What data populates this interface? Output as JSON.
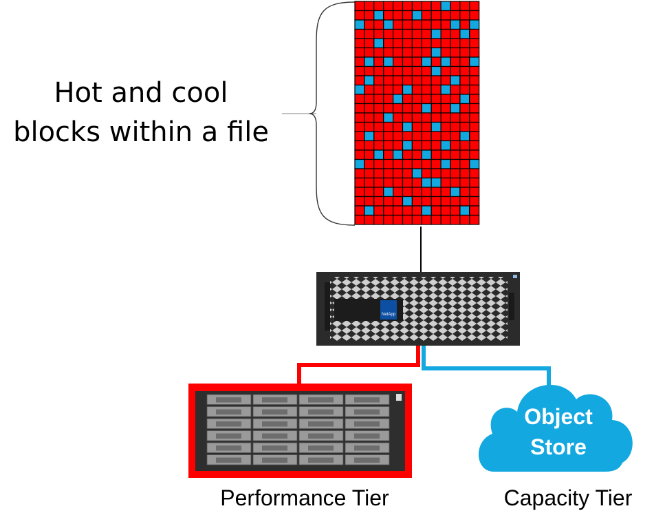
{
  "labels": {
    "hot_cool_line1": "Hot and cool",
    "hot_cool_line2": "blocks within a file",
    "object_store_line1": "Object",
    "object_store_line2": "Store",
    "performance_tier": "Performance Tier",
    "capacity_tier": "Capacity Tier",
    "controller_logo": "NetApp"
  },
  "colors": {
    "hot": "#ff0000",
    "cool": "#13a8e0",
    "cell_border": "#000000",
    "line_hot": "#ff0000",
    "line_cool": "#13a8e0",
    "cloud": "#13a8e0",
    "text": "#000000"
  },
  "block_grid": {
    "cols": 13,
    "rows": 24,
    "cool_cells": [
      [
        0,
        9
      ],
      [
        1,
        2
      ],
      [
        1,
        6
      ],
      [
        2,
        0
      ],
      [
        2,
        3
      ],
      [
        2,
        10
      ],
      [
        2,
        12
      ],
      [
        3,
        8
      ],
      [
        3,
        11
      ],
      [
        4,
        2
      ],
      [
        5,
        8
      ],
      [
        6,
        1
      ],
      [
        6,
        3
      ],
      [
        6,
        7
      ],
      [
        6,
        9
      ],
      [
        6,
        12
      ],
      [
        7,
        8
      ],
      [
        8,
        1
      ],
      [
        8,
        10
      ],
      [
        9,
        0
      ],
      [
        9,
        5
      ],
      [
        9,
        9
      ],
      [
        10,
        4
      ],
      [
        10,
        11
      ],
      [
        11,
        7
      ],
      [
        11,
        10
      ],
      [
        12,
        3
      ],
      [
        13,
        5
      ],
      [
        13,
        8
      ],
      [
        14,
        1
      ],
      [
        14,
        11
      ],
      [
        15,
        5
      ],
      [
        15,
        9
      ],
      [
        16,
        2
      ],
      [
        16,
        4
      ],
      [
        16,
        7
      ],
      [
        17,
        0
      ],
      [
        17,
        9
      ],
      [
        17,
        12
      ],
      [
        18,
        6
      ],
      [
        19,
        7
      ],
      [
        19,
        8
      ],
      [
        20,
        3
      ],
      [
        20,
        10
      ],
      [
        21,
        5
      ],
      [
        22,
        1
      ],
      [
        22,
        7
      ],
      [
        22,
        11
      ]
    ]
  },
  "icons": {
    "brace": "left-curly-brace",
    "controller": "storage-controller-chassis",
    "shelf": "disk-shelf",
    "cloud": "cloud"
  }
}
